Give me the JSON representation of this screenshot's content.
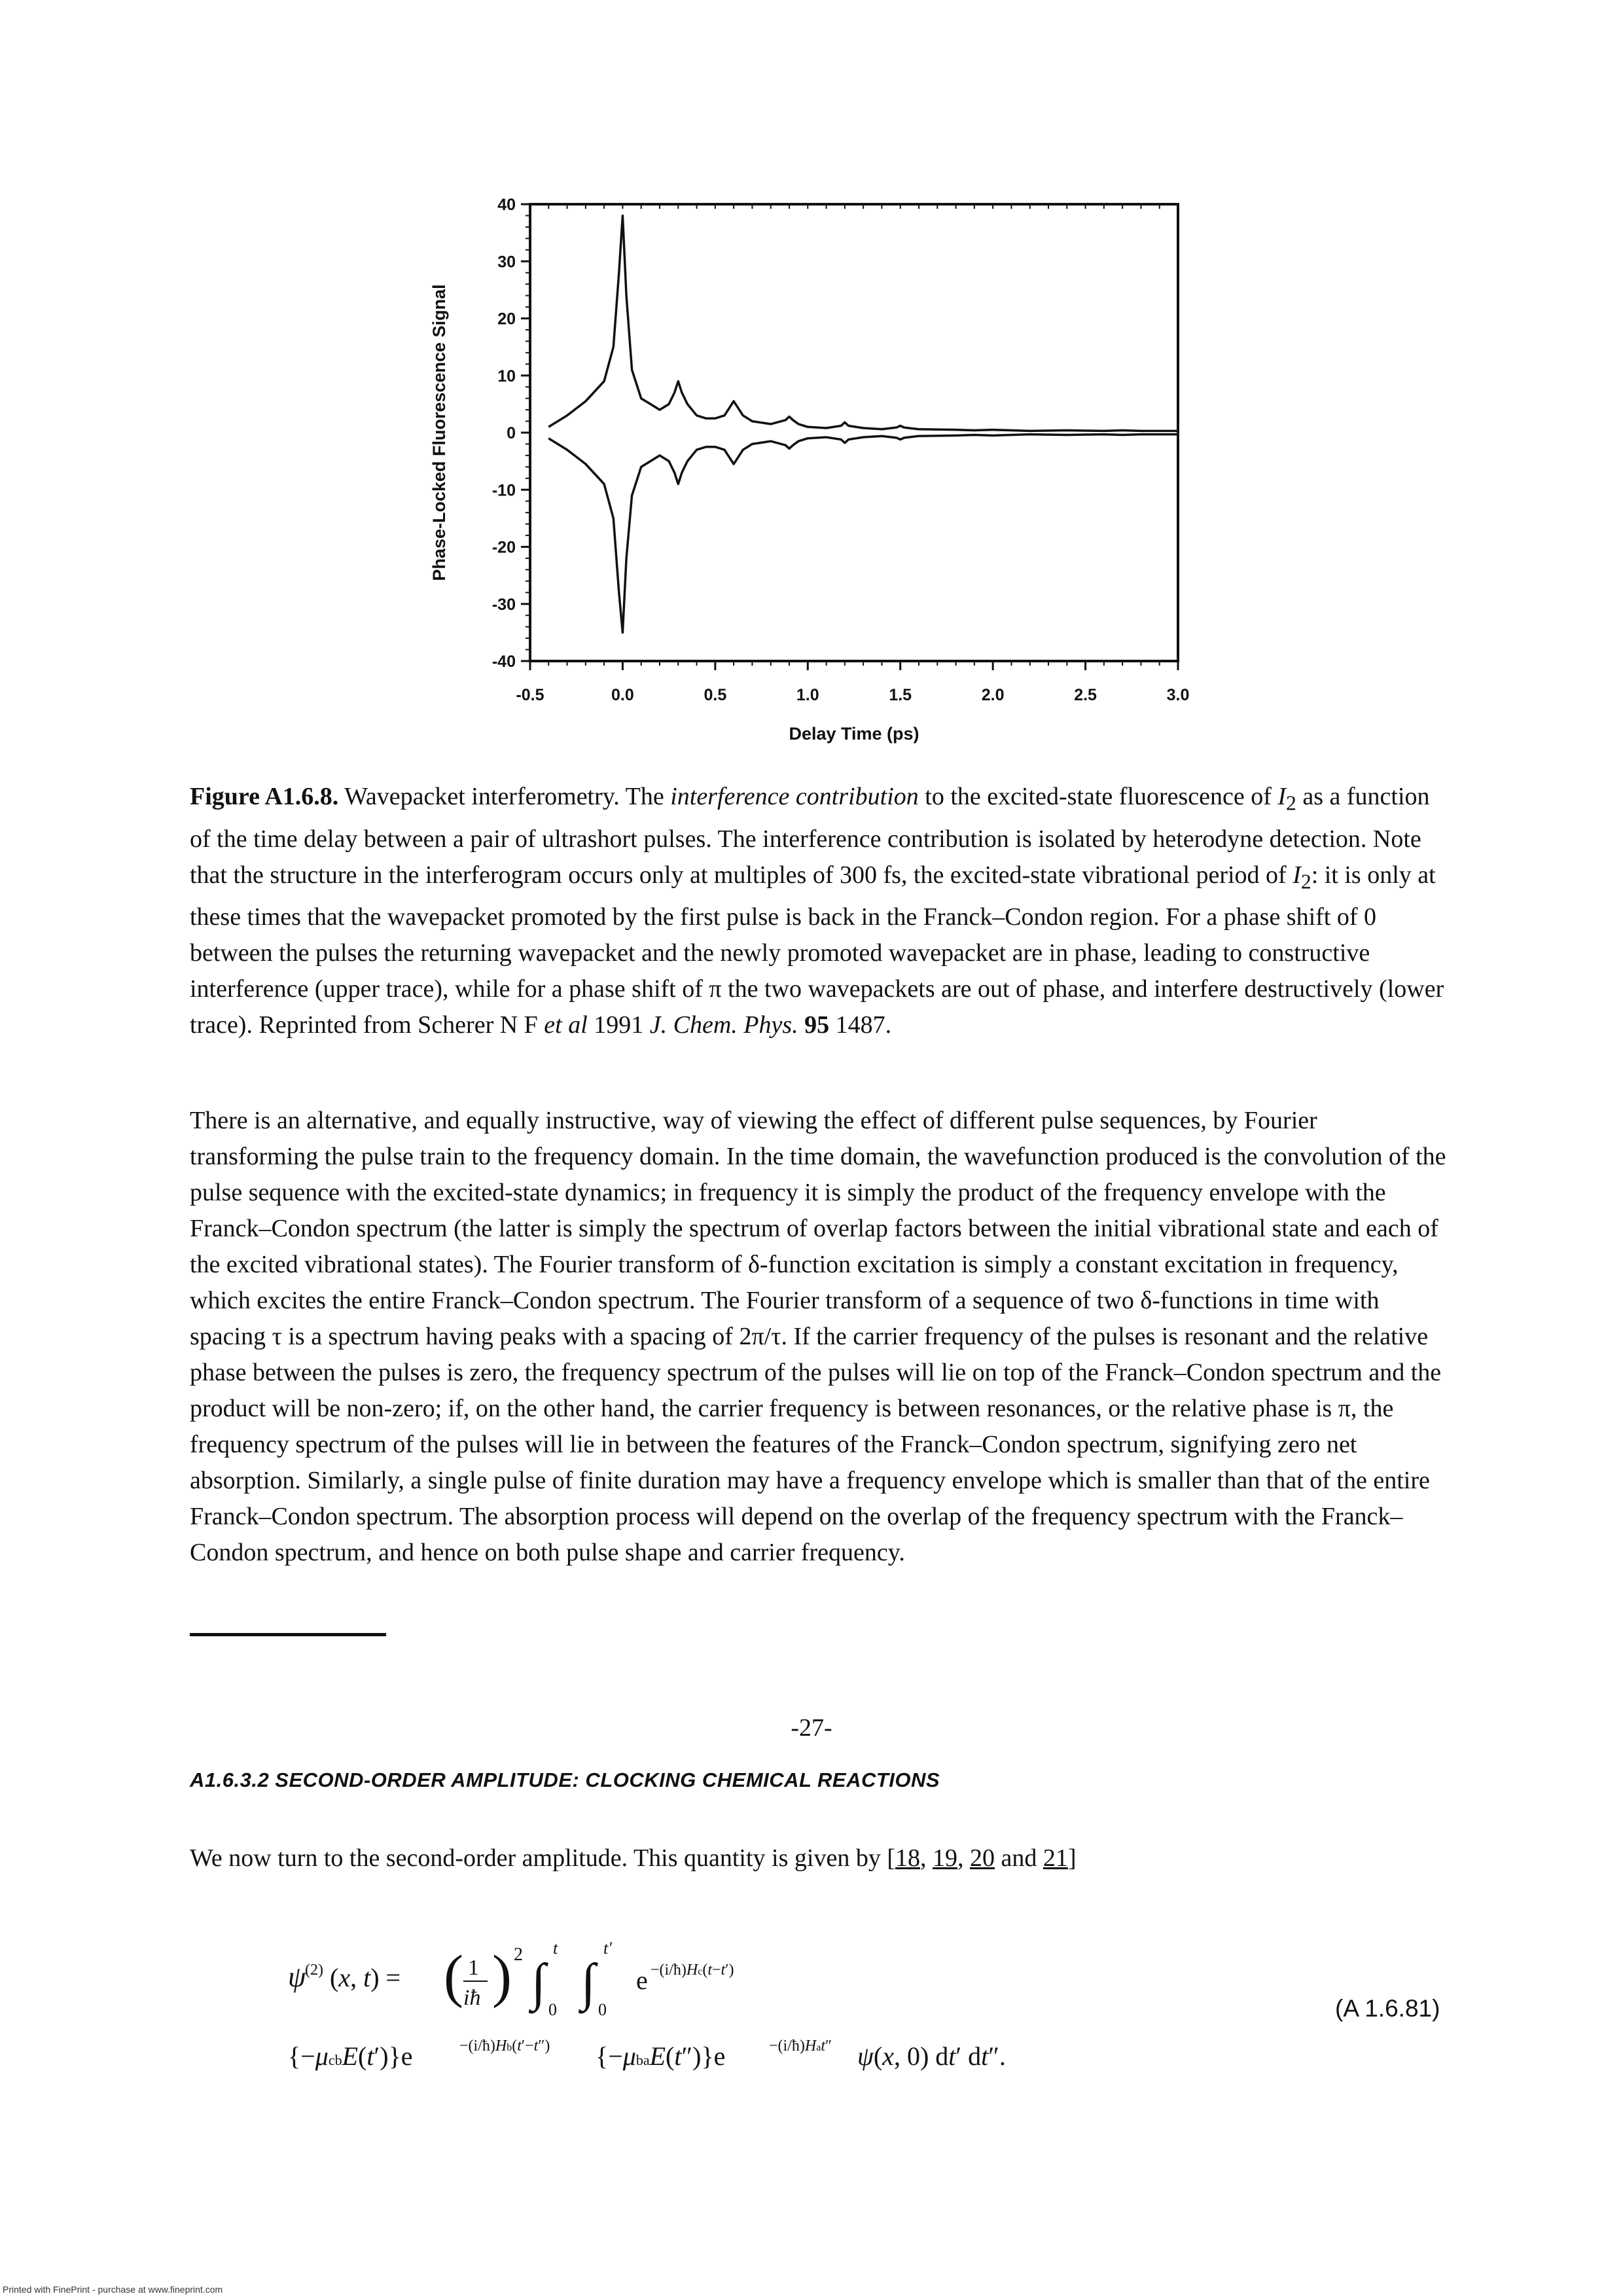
{
  "figure": {
    "chart_data": {
      "type": "line",
      "xlabel": "Delay Time (ps)",
      "ylabel": "Phase-Locked Fluorescence Signal",
      "xlim": [
        -0.5,
        3.0
      ],
      "ylim": [
        -40,
        40
      ],
      "x_ticks": [
        "-0.5",
        "0.0",
        "0.5",
        "1.0",
        "1.5",
        "2.0",
        "2.5",
        "3.0"
      ],
      "y_ticks": [
        "40",
        "30",
        "20",
        "10",
        "0",
        "-10",
        "-20",
        "-30",
        "-40"
      ],
      "series": [
        {
          "x": [
            -0.4,
            -0.3,
            -0.2,
            -0.1,
            -0.05,
            -0.02,
            0.0,
            0.02,
            0.05,
            0.1,
            0.15,
            0.2,
            0.25,
            0.28,
            0.3,
            0.32,
            0.35,
            0.4,
            0.45,
            0.5,
            0.55,
            0.58,
            0.6,
            0.62,
            0.65,
            0.7,
            0.8,
            0.88,
            0.9,
            0.92,
            0.95,
            1.0,
            1.1,
            1.18,
            1.2,
            1.22,
            1.3,
            1.4,
            1.48,
            1.5,
            1.52,
            1.6,
            1.8,
            1.9,
            2.0,
            2.1,
            2.2,
            2.4,
            2.6,
            2.7,
            2.8,
            3.0
          ],
          "y": [
            1,
            3,
            5.5,
            9,
            15,
            28,
            38,
            24,
            11,
            6,
            5,
            4,
            5,
            7,
            9,
            7,
            5,
            3,
            2.5,
            2.5,
            3,
            4.5,
            5.5,
            4.5,
            3,
            2,
            1.5,
            2.2,
            2.8,
            2.2,
            1.5,
            1,
            0.8,
            1.2,
            1.8,
            1.2,
            0.8,
            0.6,
            0.9,
            1.2,
            0.9,
            0.6,
            0.5,
            0.4,
            0.5,
            0.4,
            0.3,
            0.4,
            0.3,
            0.4,
            0.3,
            0.3
          ]
        },
        {
          "x": [
            -0.4,
            -0.3,
            -0.2,
            -0.1,
            -0.05,
            -0.02,
            0.0,
            0.02,
            0.05,
            0.1,
            0.15,
            0.2,
            0.25,
            0.28,
            0.3,
            0.32,
            0.35,
            0.4,
            0.45,
            0.5,
            0.55,
            0.58,
            0.6,
            0.62,
            0.65,
            0.7,
            0.8,
            0.88,
            0.9,
            0.92,
            0.95,
            1.0,
            1.1,
            1.18,
            1.2,
            1.22,
            1.3,
            1.4,
            1.48,
            1.5,
            1.52,
            1.6,
            1.8,
            1.9,
            2.0,
            2.1,
            2.2,
            2.4,
            2.6,
            2.7,
            2.8,
            3.0
          ],
          "y": [
            -1,
            -3,
            -5.5,
            -9,
            -15,
            -28,
            -35,
            -22,
            -11,
            -6,
            -5,
            -4,
            -5,
            -7,
            -9,
            -7,
            -5,
            -3,
            -2.5,
            -2.5,
            -3,
            -4.5,
            -5.5,
            -4.5,
            -3,
            -2,
            -1.5,
            -2.2,
            -2.8,
            -2.2,
            -1.5,
            -1,
            -0.8,
            -1.2,
            -1.8,
            -1.2,
            -0.8,
            -0.6,
            -0.9,
            -1.2,
            -0.9,
            -0.6,
            -0.5,
            -0.4,
            -0.5,
            -0.4,
            -0.3,
            -0.4,
            -0.3,
            -0.4,
            -0.3,
            -0.3
          ]
        }
      ]
    }
  },
  "caption": {
    "label": "Figure A1.6.8.",
    "t1": " Wavepacket interferometry. The ",
    "italic1": "interference contribution",
    "t2": " to the excited-state fluorescence of ",
    "i2": "I",
    "sub2": "2",
    "t3": " as a function of the time delay between a pair of ultrashort pulses. The interference contribution is isolated by heterodyne detection. Note that the structure in the interferogram occurs only at multiples of 300 fs, the excited-state vibrational period of ",
    "i3": "I",
    "sub3": "2",
    "t4": ": it is only at these times that the wavepacket promoted by the first pulse is back in the Franck–Condon region. For a phase shift of 0 between the pulses the returning wavepacket and the newly promoted wavepacket are in phase, leading to constructive interference (upper trace), while for a phase shift of π the two wavepackets are out of phase, and interfere destructively (lower trace). Reprinted from Scherer N F ",
    "etal": "et al",
    "t5": " 1991 ",
    "journal": "J. Chem. Phys.",
    "volume": " 95",
    "t6": " 1487."
  },
  "body_paragraph": "There is an alternative, and equally instructive, way of viewing the effect of different pulse sequences, by Fourier transforming the pulse train to the frequency domain. In the time domain, the wavefunction produced is the convolution of the pulse sequence with the excited-state dynamics; in frequency it is simply the product of the frequency envelope with the Franck–Condon spectrum (the latter is simply the spectrum of overlap factors between the initial vibrational state and each of the excited vibrational states). The Fourier transform of δ-function excitation is simply a constant excitation in frequency, which excites the entire Franck–Condon spectrum. The Fourier transform of a sequence of two δ-functions in time with spacing τ is a spectrum having peaks with a spacing of 2π/τ. If the carrier frequency of the pulses is resonant and the relative phase between the pulses is zero, the frequency spectrum of the pulses will lie on top of the Franck–Condon spectrum and the product will be non-zero; if, on the other hand, the carrier frequency is between resonances, or the relative phase is π, the frequency spectrum of the pulses will lie in between the features of the Franck–Condon spectrum, signifying zero net absorption. Similarly, a single pulse of finite duration may have a frequency envelope which is smaller than that of the entire Franck–Condon spectrum. The absorption process will depend on the overlap of the frequency spectrum with the Franck–Condon spectrum, and hence on both pulse shape and carrier frequency.",
  "page_number": "-27-",
  "section_heading": "A1.6.3.2 SECOND-ORDER AMPLITUDE: CLOCKING CHEMICAL REACTIONS",
  "second_order": {
    "text": "We now turn to the second-order amplitude. This quantity is given by [",
    "refs": [
      "18",
      "19",
      "20",
      "21"
    ],
    "sep1": ", ",
    "sep2": ", ",
    "sep3": " and ",
    "end": "]"
  },
  "equation": {
    "number": "(A 1.6.81)"
  },
  "footer": "Printed with FinePrint - purchase at www.fineprint.com"
}
